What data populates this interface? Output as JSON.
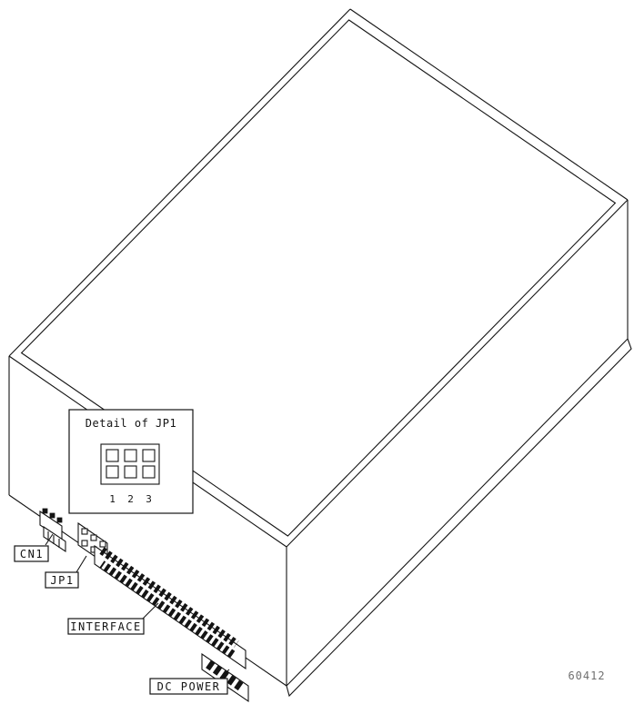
{
  "figure": {
    "number": "60412",
    "detail": {
      "title": "Detail of JP1",
      "pins": [
        "1",
        "2",
        "3"
      ]
    },
    "labels": {
      "cn1": "CN1",
      "jp1": "JP1",
      "interface": "INTERFACE",
      "dc_power": "DC POWER"
    },
    "colors": {
      "line": "#141414",
      "background": "#ffffff",
      "figure_number": "#707070"
    }
  }
}
